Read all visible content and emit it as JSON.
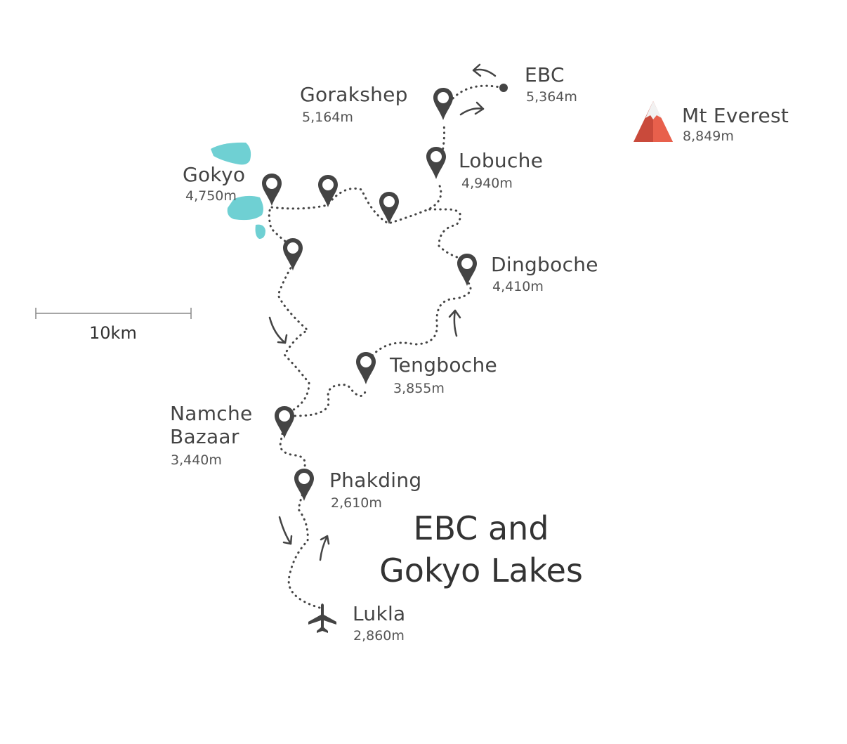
{
  "title": {
    "line1": "EBC and",
    "line2": "Gokyo Lakes"
  },
  "scale": {
    "label": "10km"
  },
  "landmark": {
    "name": "Mt Everest",
    "altitude": "8,849m",
    "icon": "mountain-icon",
    "colors": {
      "light": "#e8604c",
      "dark": "#c94a3b",
      "snow": "#f2f2f2"
    }
  },
  "stops": [
    {
      "id": "ebc",
      "name": "EBC",
      "altitude": "5,364m",
      "marker": "dot"
    },
    {
      "id": "gorakshep",
      "name": "Gorakshep",
      "altitude": "5,164m",
      "marker": "pin"
    },
    {
      "id": "lobuche",
      "name": "Lobuche",
      "altitude": "4,940m",
      "marker": "pin"
    },
    {
      "id": "gokyo",
      "name": "Gokyo",
      "altitude": "4,750m",
      "marker": "pin"
    },
    {
      "id": "dingboche",
      "name": "Dingboche",
      "altitude": "4,410m",
      "marker": "pin"
    },
    {
      "id": "tengboche",
      "name": "Tengboche",
      "altitude": "3,855m",
      "marker": "pin"
    },
    {
      "id": "namche",
      "name": "Namche",
      "name2": "Bazaar",
      "altitude": "3,440m",
      "marker": "pin"
    },
    {
      "id": "phakding",
      "name": "Phakding",
      "altitude": "2,610m",
      "marker": "pin"
    },
    {
      "id": "lukla",
      "name": "Lukla",
      "altitude": "2,860m",
      "marker": "plane-icon"
    }
  ],
  "colors": {
    "pin": "#444444",
    "route": "#444444",
    "lakes": "#6fd0d3",
    "text": "#444444"
  }
}
